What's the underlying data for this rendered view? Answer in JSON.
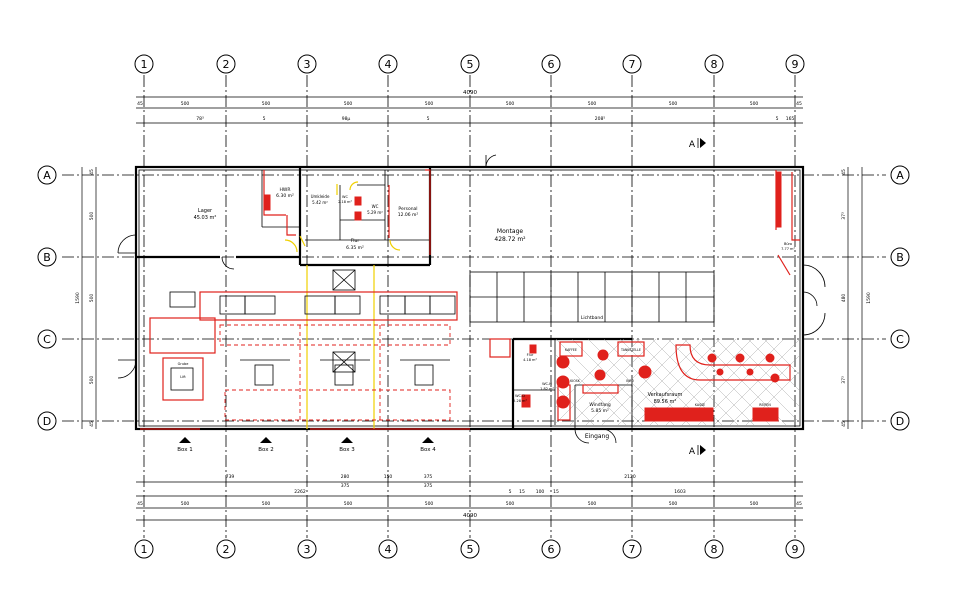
{
  "axes": {
    "columns": [
      "1",
      "2",
      "3",
      "4",
      "5",
      "6",
      "7",
      "8",
      "9"
    ],
    "rows": [
      "A",
      "B",
      "C",
      "D"
    ]
  },
  "dimensions": {
    "overall_top": "4090",
    "overall_bottom": "4090",
    "top_row": [
      "45",
      "500",
      "500",
      "500",
      "500",
      "500",
      "500",
      "500",
      "500",
      "45"
    ],
    "top_row2": [
      "78³",
      "5",
      "98µ",
      "5",
      "208⁵",
      "5",
      "165"
    ],
    "bottom_row1": [
      "739",
      "280",
      "150",
      "375",
      "2120"
    ],
    "bottom_row1_sub": [
      "375",
      "375"
    ],
    "bottom_row2": [
      "2262",
      "5",
      "15",
      "100",
      "15",
      "1603"
    ],
    "bottom_row3": [
      "45",
      "500",
      "500",
      "500",
      "500",
      "500",
      "500",
      "500",
      "500",
      "45"
    ],
    "left_side": [
      "45",
      "500",
      "1590",
      "500",
      "500",
      "45"
    ],
    "right_side": [
      "45",
      "37³",
      "1590",
      "480",
      "37³",
      "45"
    ]
  },
  "rooms": {
    "lager": {
      "name": "Lager",
      "area": "45.03 m²"
    },
    "hwr": {
      "name": "HWR",
      "area": "6.30 m²"
    },
    "umkleide": {
      "name": "Umkleide",
      "area": "5.42 m²"
    },
    "wc_small": {
      "name": "WC",
      "area": "2.18 m²"
    },
    "wc": {
      "name": "WC",
      "area": "5.29 m²"
    },
    "personal": {
      "name": "Personal",
      "area": "12.06 m²"
    },
    "flur": {
      "name": "Flur",
      "area": "6.35 m²"
    },
    "montage": {
      "name": "Montage",
      "area": "428.72 m²"
    },
    "lichtband": {
      "name": "Lichtband"
    },
    "windfang": {
      "name": "Windfang",
      "area": "5.85 m²"
    },
    "verkaufsraum": {
      "name": "Verkaufsraum",
      "area": "89.56 m²"
    },
    "flur2": {
      "name": "Flur",
      "area": "4.18 m²"
    },
    "wc_d": {
      "name": "WC-D",
      "area": "2.28 m²"
    },
    "wc_h": {
      "name": "WC-H",
      "area": "1.82 m²"
    },
    "buero": {
      "name": "Büro",
      "area": "7.77 m²"
    }
  },
  "labels": {
    "box1": "Box 1",
    "box2": "Box 2",
    "box3": "Box 3",
    "box4": "Box 4",
    "eingang": "Eingang",
    "section_a": "A",
    "kaffee": "KAFFEE",
    "tankstelle": "TANKSTELLE",
    "kiosk": "KIOSK",
    "reifen": "REIFEN",
    "kassen": "KASSE",
    "info": "INFO",
    "grube": "Grube",
    "lift": "Lift"
  }
}
